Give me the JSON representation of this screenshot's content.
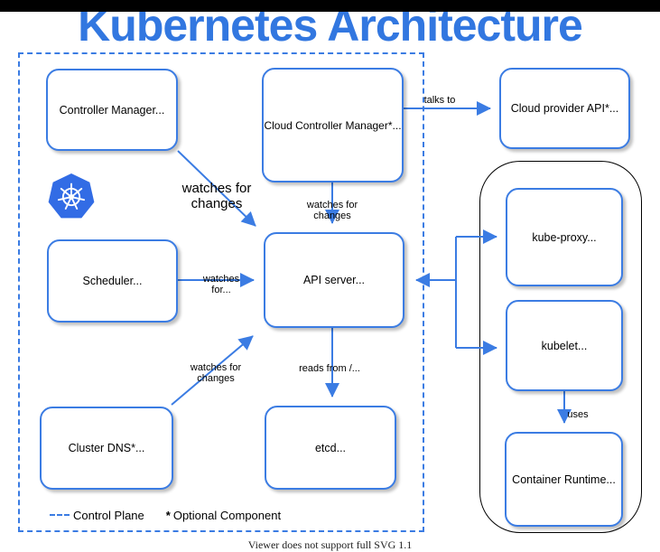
{
  "title": "Kubernetes Architecture",
  "colors": {
    "accent": "#3b7ce3",
    "title_blue": "#3277e0",
    "k8s_logo_blue": "#326ce5",
    "node_container_border": "#000000"
  },
  "nodes": {
    "controller_manager": {
      "label": "Controller Manager..."
    },
    "cloud_controller_manager": {
      "label": "Cloud Controller Manager*..."
    },
    "cloud_provider_api": {
      "label": "Cloud provider API*..."
    },
    "scheduler": {
      "label": "Scheduler..."
    },
    "api_server": {
      "label": "API server..."
    },
    "cluster_dns": {
      "label": "Cluster DNS*..."
    },
    "etcd": {
      "label": "etcd..."
    },
    "kube_proxy": {
      "label": "kube-proxy..."
    },
    "kubelet": {
      "label": "kubelet..."
    },
    "container_runtime": {
      "label": "Container Runtime..."
    }
  },
  "edge_labels": {
    "cm_to_api": "watches for changes",
    "ccm_to_api": "watches for changes",
    "ccm_to_cloud_api": "talks to",
    "scheduler_to_api": "watches for...",
    "dns_to_api": "watches for changes",
    "api_to_etcd": "reads from /...",
    "kubelet_to_runtime": "uses"
  },
  "legend": {
    "control_plane": "Control Plane",
    "optional_marker": "*",
    "optional_label": "Optional Component"
  },
  "icons": {
    "kubernetes_logo": "kubernetes-helm-wheel"
  },
  "footer": "Viewer does not support full SVG 1.1"
}
